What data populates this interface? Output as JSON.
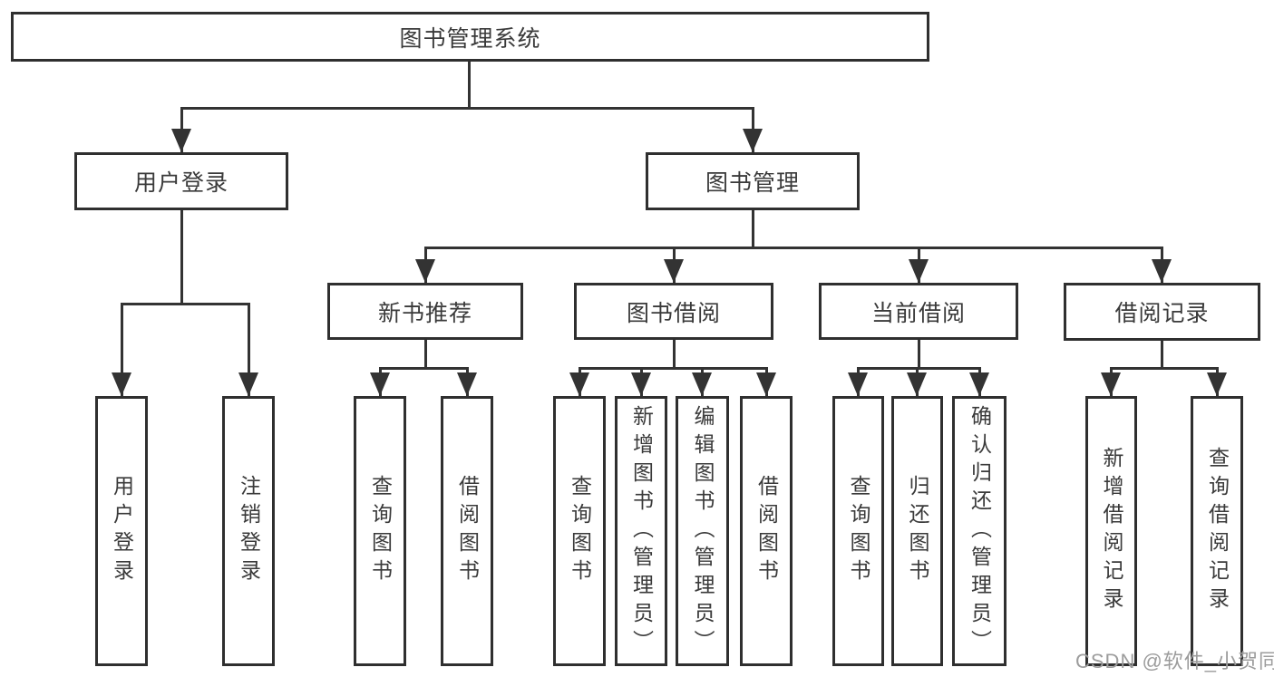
{
  "diagram": {
    "root": {
      "label": "图书管理系统"
    },
    "level2": [
      {
        "label": "用户登录"
      },
      {
        "label": "图书管理"
      }
    ],
    "level3": [
      {
        "label": "新书推荐"
      },
      {
        "label": "图书借阅"
      },
      {
        "label": "当前借阅"
      },
      {
        "label": "借阅记录"
      }
    ],
    "leaves": {
      "user_login": [
        "用户登录",
        "注销登录"
      ],
      "new_book_recommend": [
        "查询图书",
        "借阅图书"
      ],
      "book_borrow": [
        "查询图书",
        "新增图书（管理员）",
        "编辑图书（管理员）",
        "借阅图书"
      ],
      "current_borrow": [
        "查询图书",
        "归还图书",
        "确认归还（管理员）"
      ],
      "borrow_records": [
        "新增借阅记录",
        "查询借阅记录"
      ]
    },
    "colors": {
      "line": "#333333",
      "box_border": "#2f2f2f",
      "box_fill": "#ffffff",
      "text": "#3a3a3a",
      "background": "#ffffff",
      "watermark": "#9c9c9c"
    }
  },
  "watermark": {
    "text": "CSDN @软件_小贺同学"
  }
}
